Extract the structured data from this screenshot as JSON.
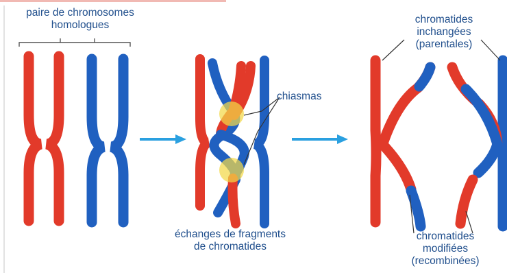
{
  "labels": {
    "homologous_pair": [
      "paire de chromosomes",
      "homologues"
    ],
    "chiasmas": "chiasmas",
    "exchange": [
      "échanges de fragments",
      "de chromatides"
    ],
    "unchanged": [
      "chromatides",
      "inchangées",
      "(parentales)"
    ],
    "modified": [
      "chromatides",
      "modifiées",
      "(recombinées)"
    ]
  },
  "colors": {
    "maternal": "#e23a2a",
    "paternal": "#2060c0",
    "arrow": "#2aa0e0",
    "chiasma": "#f2d848",
    "text": "#1f4e8c",
    "header": "#e23a2a"
  }
}
